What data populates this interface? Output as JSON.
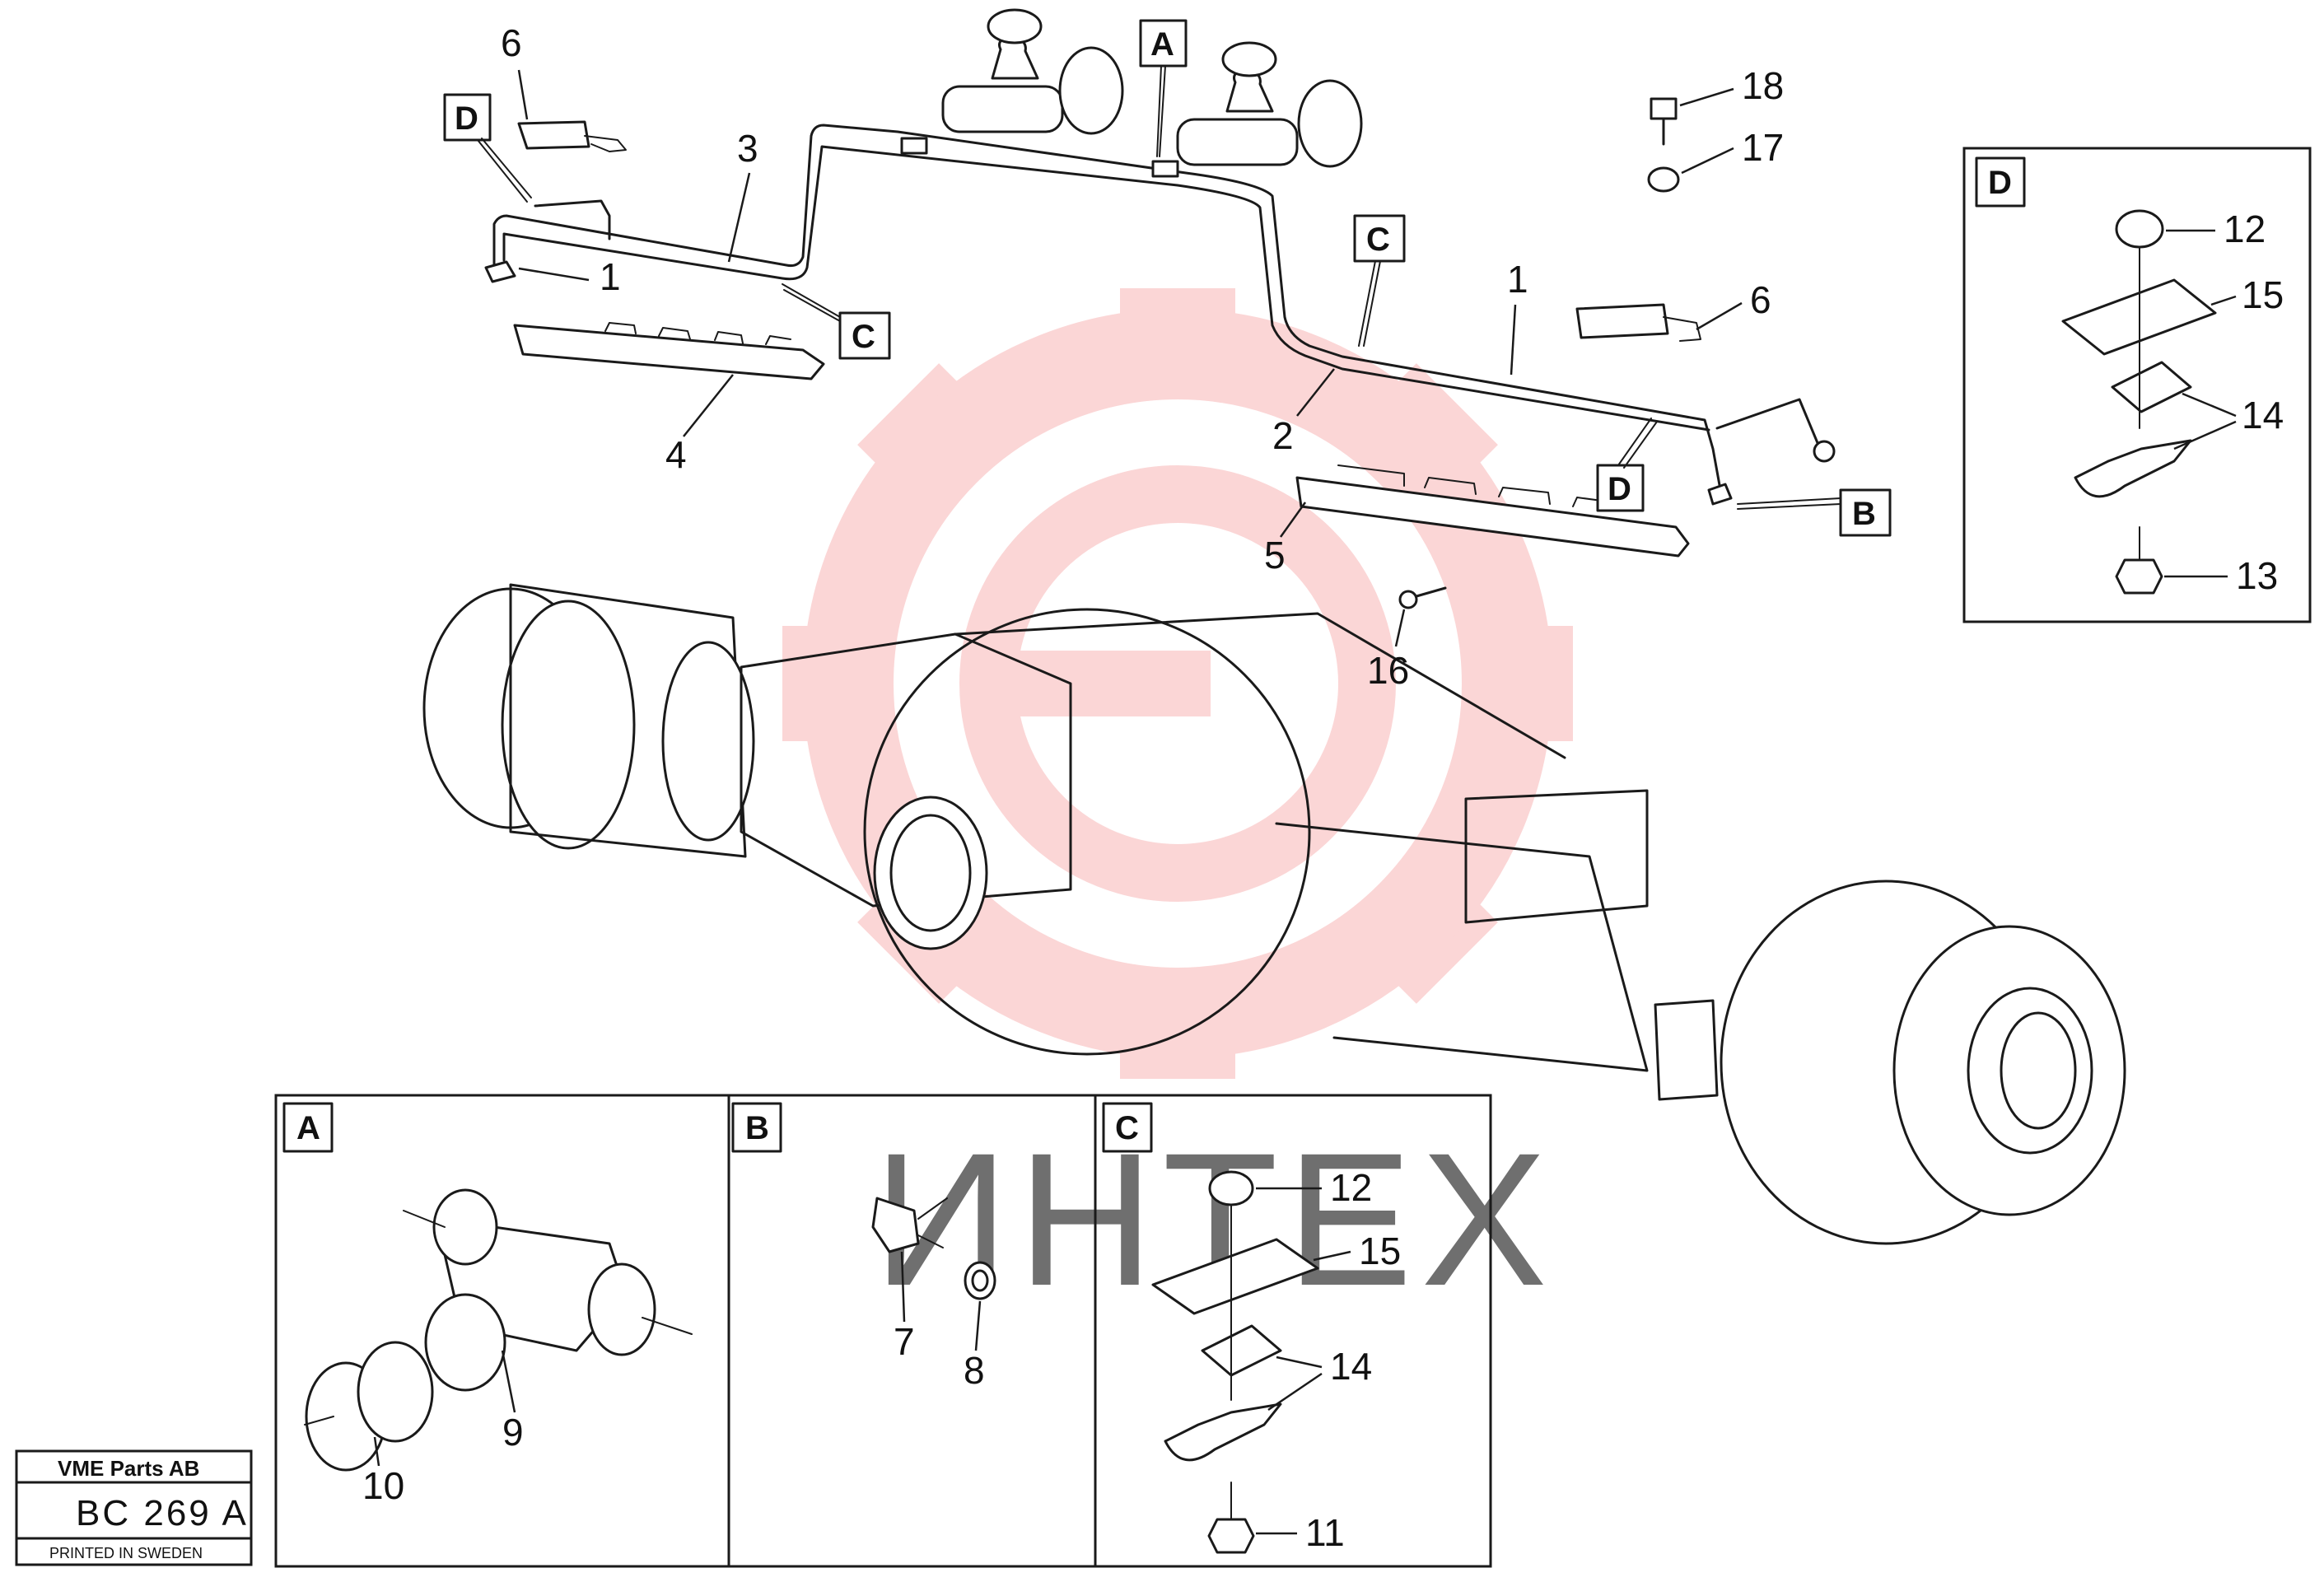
{
  "watermark": {
    "text": "ИНТЕХ",
    "color": "#f28b8b"
  },
  "callouts": {
    "c1a": "1",
    "c1b": "1",
    "c2": "2",
    "c3": "3",
    "c4": "4",
    "c5": "5",
    "c6a": "6",
    "c6b": "6",
    "c16": "16",
    "c17": "17",
    "c18": "18"
  },
  "markers": {
    "A": "A",
    "B": "B",
    "C1": "C",
    "C2": "C",
    "D1": "D",
    "D2": "D"
  },
  "detail_panels": {
    "D": {
      "label": "D",
      "parts": [
        "12",
        "15",
        "14",
        "13"
      ]
    },
    "A": {
      "label": "A",
      "parts": [
        "9",
        "10"
      ]
    },
    "B": {
      "label": "B",
      "parts": [
        "7",
        "8"
      ]
    },
    "C": {
      "label": "C",
      "parts": [
        "12",
        "15",
        "14",
        "11"
      ]
    }
  },
  "title_block": {
    "company": "VME Parts AB",
    "code": "BC 269 A",
    "printed": "PRINTED IN SWEDEN"
  }
}
